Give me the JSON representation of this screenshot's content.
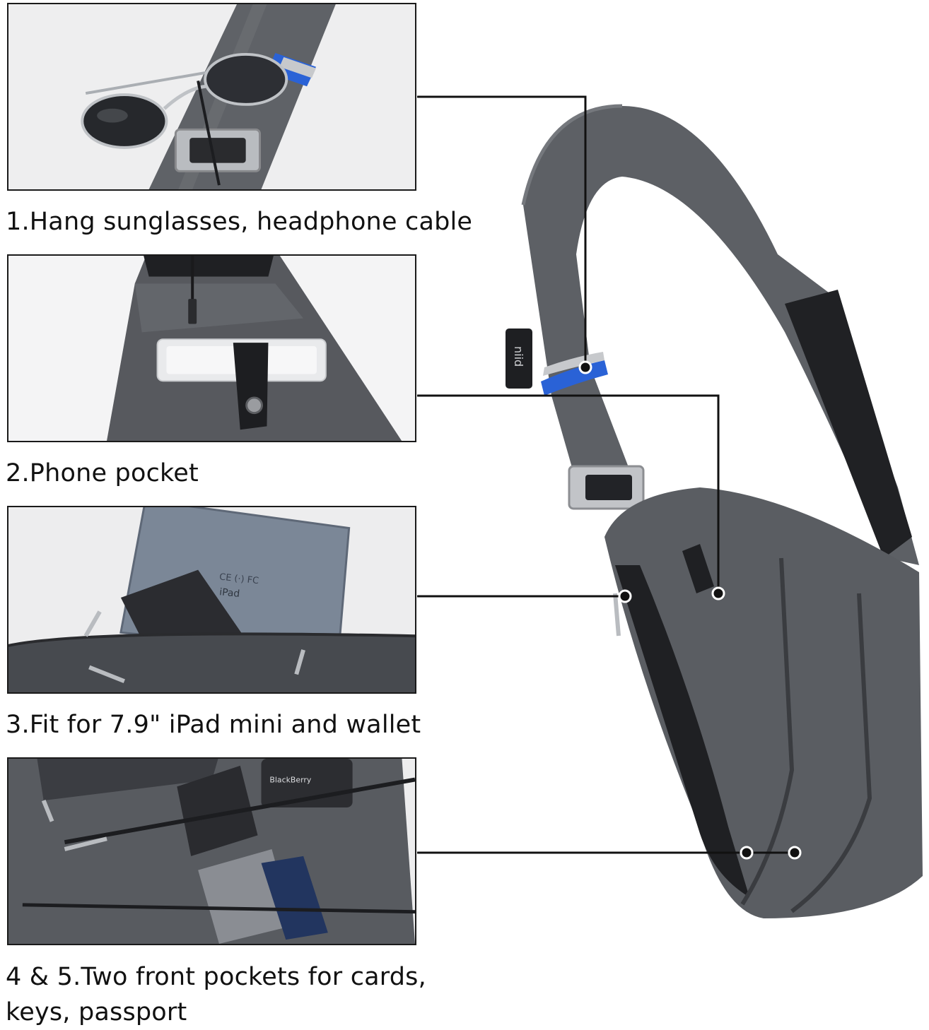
{
  "features": [
    {
      "number": "1",
      "caption": "1.Hang sunglasses, headphone cable"
    },
    {
      "number": "2",
      "caption": "2.Phone pocket"
    },
    {
      "number": "3",
      "caption": "3.Fit for 7.9\" iPad mini and wallet"
    },
    {
      "number": "4-5",
      "caption": "4 & 5.Two front pockets for cards, keys, passport"
    }
  ],
  "product_marks": {
    "strap_logo": "niid",
    "tablet_model": "iPad",
    "phone_brand": "BlackBerry"
  },
  "colors": {
    "fabric": "#5b5e63",
    "fabric_dark": "#3e4045",
    "strap_black": "#1e1f22",
    "reflective_blue": "#2a62d6",
    "callout_line": "#111111",
    "panel_border": "#1a1a1a"
  }
}
